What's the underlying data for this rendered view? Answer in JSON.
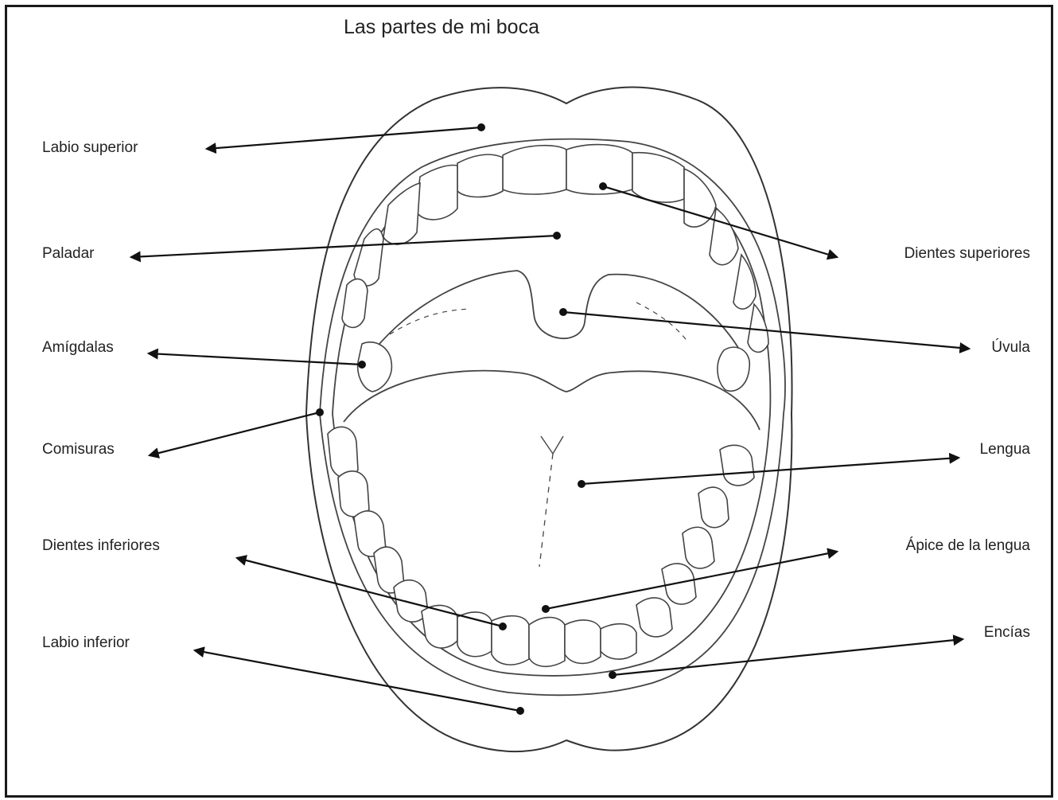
{
  "title": "Las partes de mi boca",
  "labels": {
    "labio_superior": "Labio superior",
    "paladar": "Paladar",
    "amigdalas": "Amígdalas",
    "comisuras": "Comisuras",
    "dientes_inferiores": "Dientes inferiores",
    "labio_inferior": "Labio inferior",
    "dientes_superiores": "Dientes superiores",
    "uvula": "Úvula",
    "lengua": "Lengua",
    "apice": "Ápice de la lengua",
    "encias": "Encías"
  }
}
